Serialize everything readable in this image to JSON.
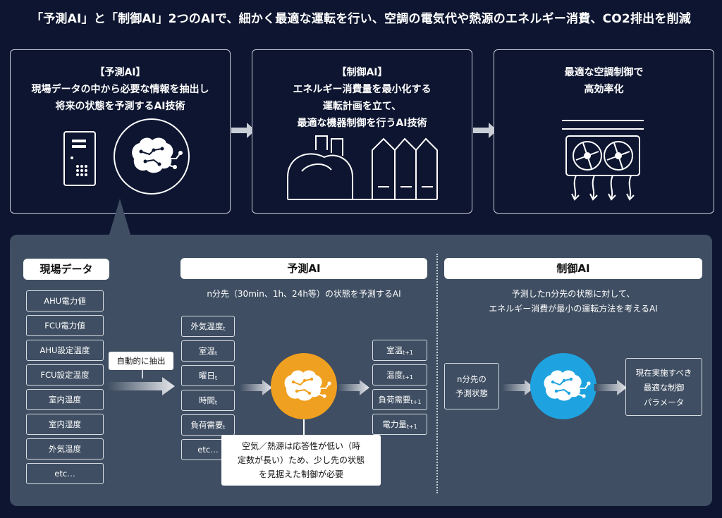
{
  "headline": "「予測AI」と「制御AI」2つのAIで、細かく最適な運転を行い、空調の電気代や熱源のエネルギー消費、CO2排出を削減",
  "top_cards": [
    {
      "lines": [
        "【予測AI】",
        "現場データの中から必要な情報を抽出し",
        "将来の状態を予測するAI技術"
      ]
    },
    {
      "lines": [
        "【制御AI】",
        "エネルギー消費量を最小化する",
        "運転計画を立て、",
        "最適な機器制御を行うAI技術"
      ]
    },
    {
      "lines": [
        "最適な空調制御で",
        "高効率化"
      ]
    }
  ],
  "field_data": {
    "title": "現場データ",
    "items": [
      "AHU電力値",
      "FCU電力値",
      "AHU設定温度",
      "FCU設定温度",
      "室内温度",
      "室内湿度",
      "外気温度",
      "etc…"
    ]
  },
  "auto_extract_label": "自動的に抽出",
  "predict": {
    "title": "予測AI",
    "description": "n分先（30min、1h、24h等）の状態を予測するAI",
    "inputs": [
      {
        "label": "外気温度",
        "sub": "t"
      },
      {
        "label": "室温",
        "sub": "t"
      },
      {
        "label": "曜日",
        "sub": "t"
      },
      {
        "label": "時間",
        "sub": "t"
      },
      {
        "label": "負荷需要",
        "sub": "t"
      },
      {
        "label": "etc…",
        "sub": ""
      }
    ],
    "outputs": [
      {
        "label": "室温",
        "sub": "t+1"
      },
      {
        "label": "温度",
        "sub": "t+1"
      },
      {
        "label": "負荷需要",
        "sub": "t+1"
      },
      {
        "label": "電力量",
        "sub": "t+1"
      }
    ],
    "note_lines": [
      "空気／熱源は応答性が低い（時",
      "定数が長い）ため、少し先の状態",
      "を見据えた制御が必要"
    ]
  },
  "control": {
    "title": "制御AI",
    "description_lines": [
      "予測したn分先の状態に対して、",
      "エネルギー消費が最小の運転方法を考えるAI"
    ],
    "input_lines": [
      "n分先の",
      "予測状態"
    ],
    "output_lines": [
      "現在実施すべき",
      "最適な制御",
      "パラメータ"
    ]
  },
  "colors": {
    "background": "#0d1530",
    "panel": "#3f4e62",
    "predict_circle": "#f0a020",
    "control_circle": "#1fa3e0"
  }
}
